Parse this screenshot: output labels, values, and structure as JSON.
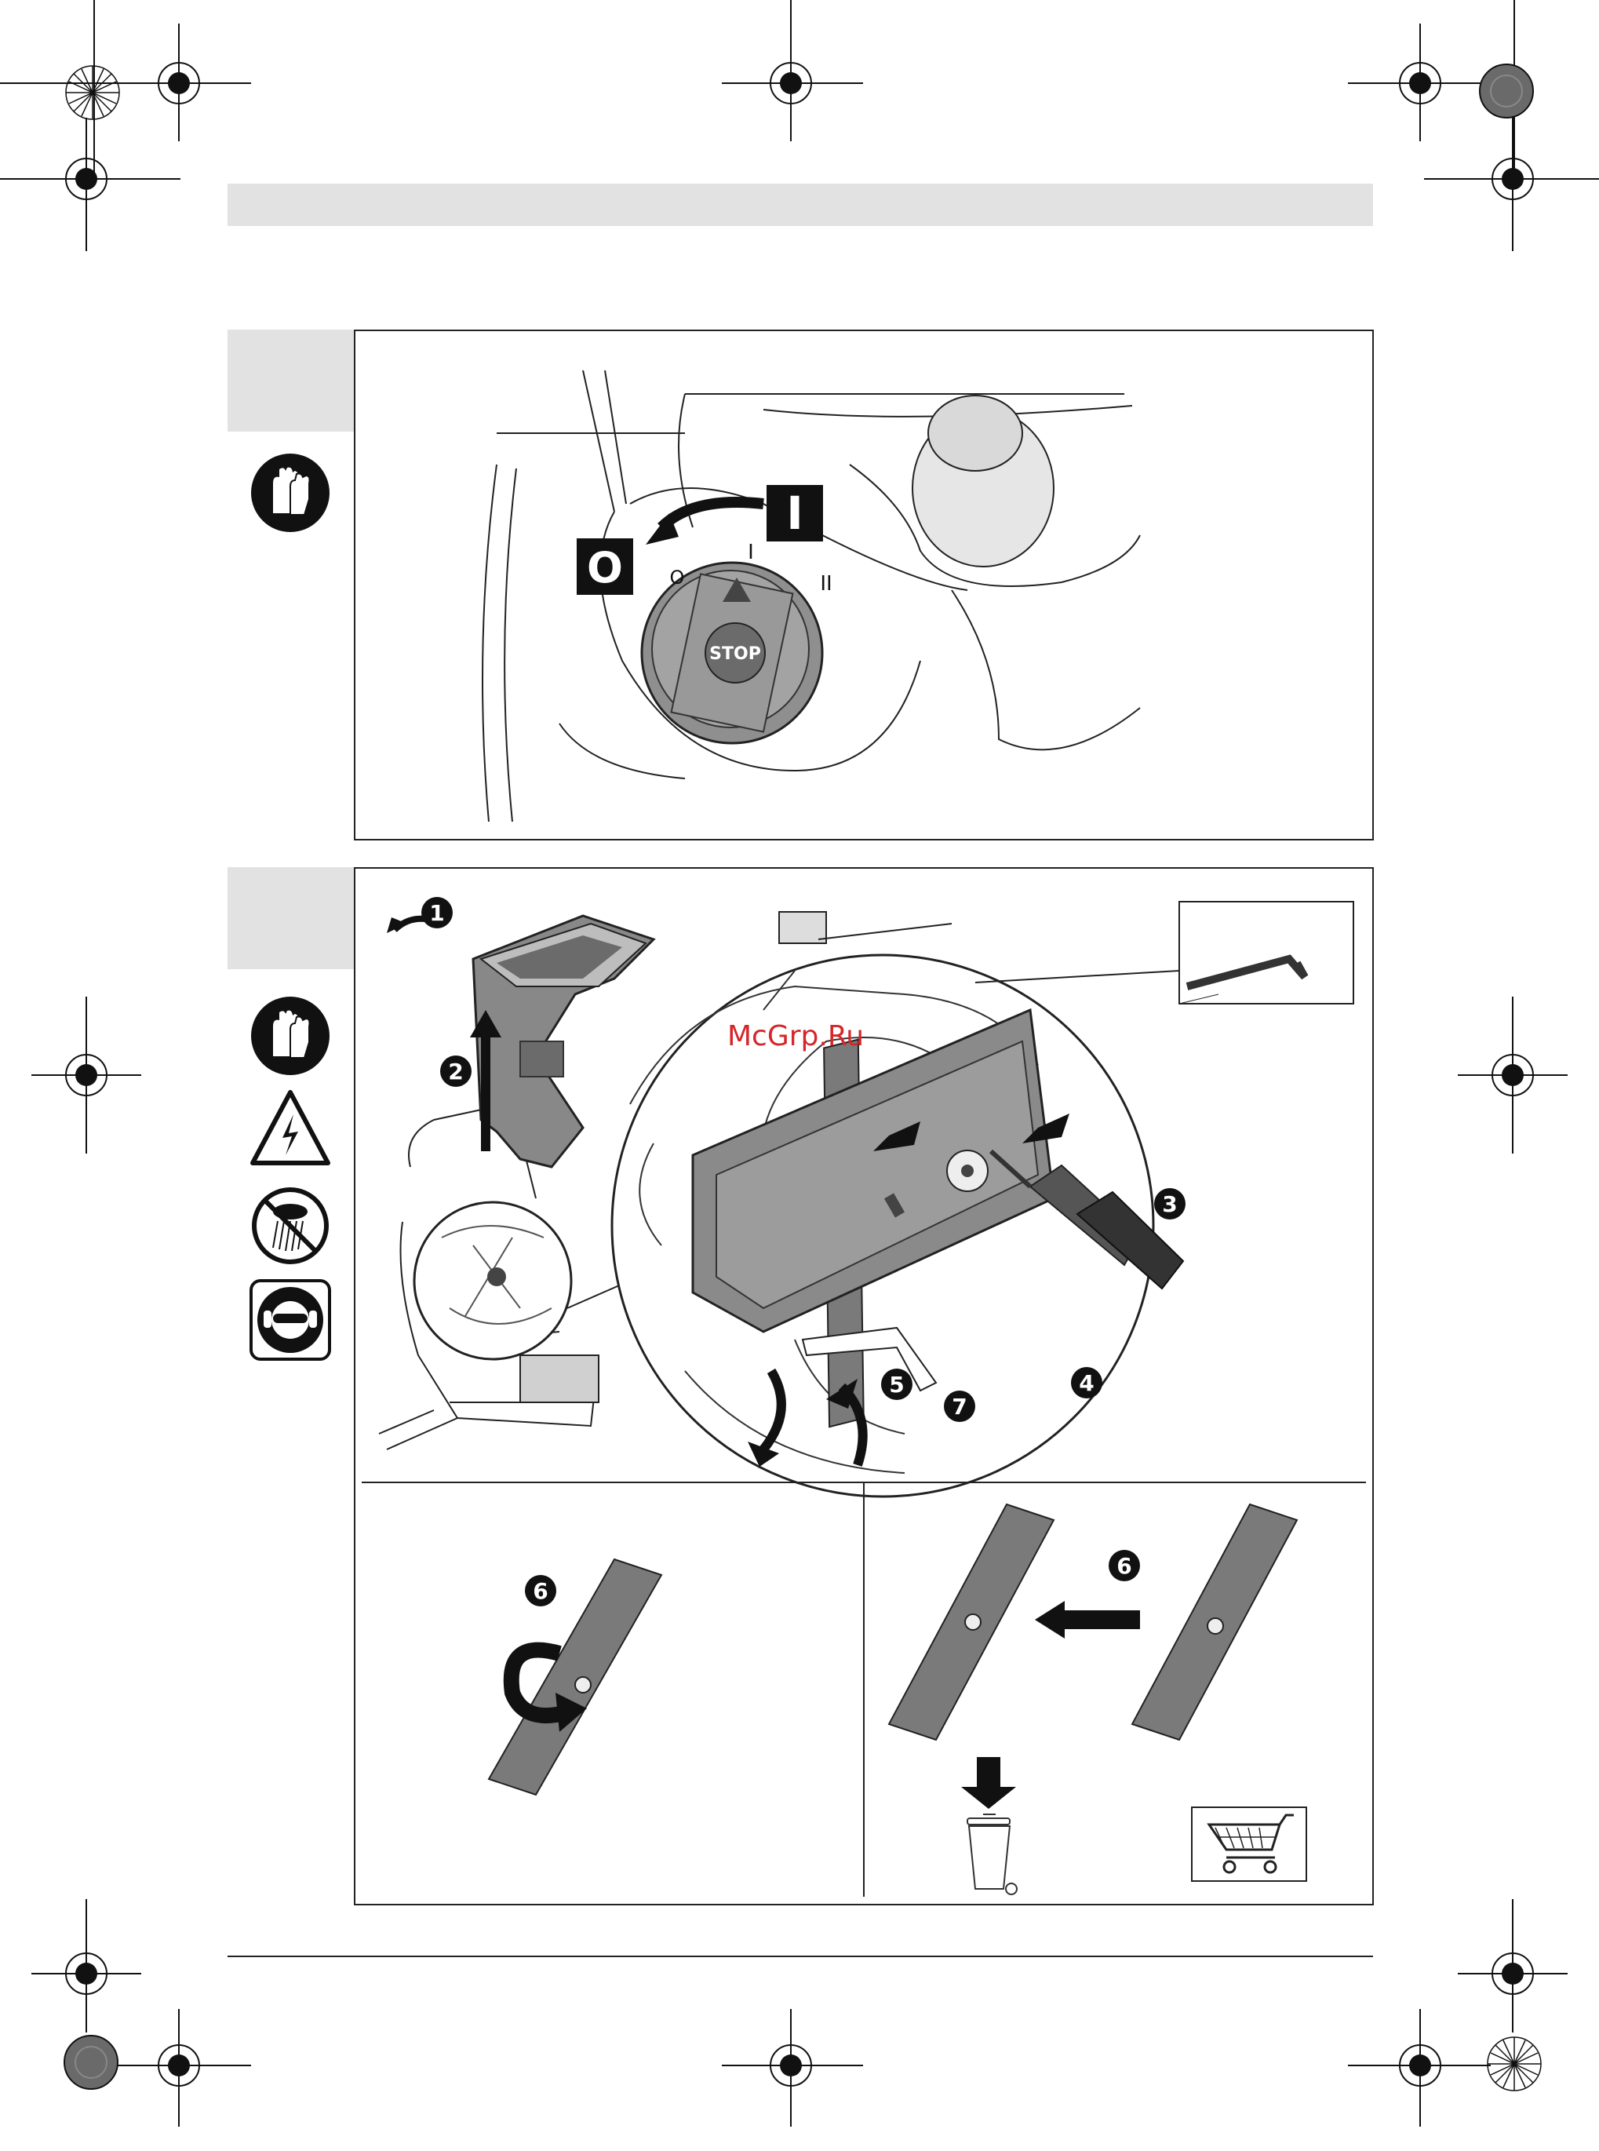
{
  "header": {
    "bar_color": "#e2e2e2"
  },
  "fig1": {
    "switch_on_symbol": "I",
    "switch_off_symbol": "O",
    "dial_marks": [
      "O",
      "I",
      "II"
    ],
    "dial_button": "STOP",
    "safety_icons": [
      "gloves-icon"
    ]
  },
  "fig2": {
    "steps": [
      "1",
      "2",
      "3",
      "4",
      "5",
      "7"
    ],
    "safety_icons": [
      "gloves-icon",
      "electric-hazard-icon",
      "no-rain-icon",
      "ear-eye-protection-icon"
    ],
    "tool_inset": "hex-key-icon"
  },
  "fig3": {
    "step": "6"
  },
  "fig4": {
    "step": "6",
    "icons": [
      "trash-bin-icon",
      "shopping-cart-icon"
    ]
  },
  "watermark": "McGrp.Ru"
}
